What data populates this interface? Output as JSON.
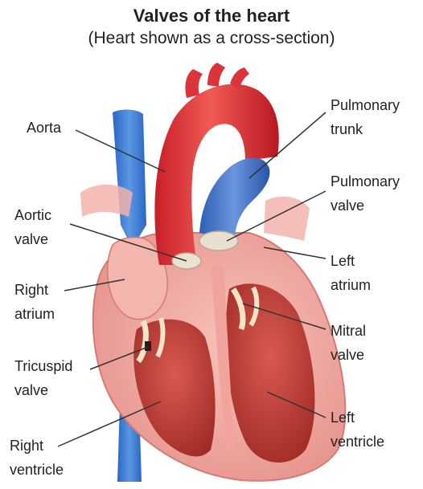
{
  "header": {
    "title": "Valves of the heart",
    "subtitle": "(Heart shown as a cross-section)"
  },
  "labels": {
    "aorta": [
      "Aorta"
    ],
    "aortic_valve": [
      "Aortic",
      "valve"
    ],
    "right_atrium": [
      "Right",
      "atrium"
    ],
    "tricuspid_valve": [
      "Tricuspid",
      "valve"
    ],
    "right_ventricle": [
      "Right",
      "ventricle"
    ],
    "pulmonary_trunk": [
      "Pulmonary",
      "trunk"
    ],
    "pulmonary_valve": [
      "Pulmonary",
      "valve"
    ],
    "left_atrium": [
      "Left",
      "atrium"
    ],
    "mitral_valve": [
      "Mitral",
      "valve"
    ],
    "left_ventricle": [
      "Left",
      "ventricle"
    ]
  },
  "colors": {
    "aorta": "#e03a3c",
    "pulmonary": "#4b78c8",
    "vena_cava": "#3d7fd6",
    "muscle": "#f0a6a0",
    "chamber": "#c0392b"
  }
}
